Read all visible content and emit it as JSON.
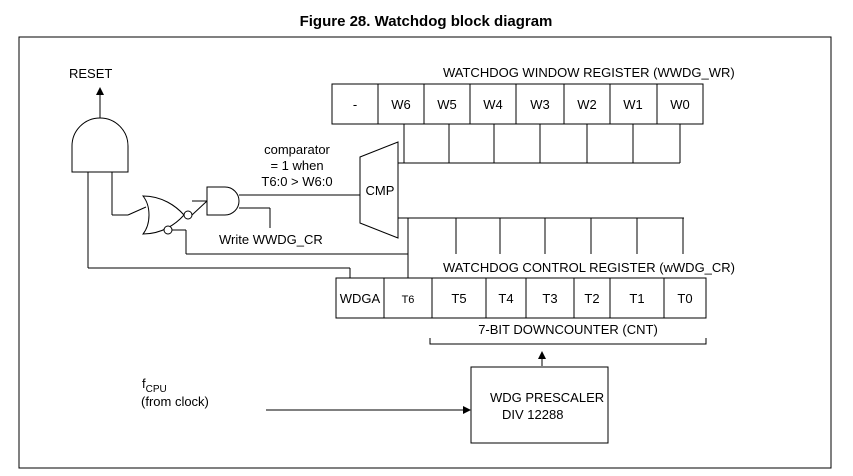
{
  "title": "Figure 28. Watchdog block diagram",
  "reset_label": "RESET",
  "window_register": {
    "label": "WATCHDOG WINDOW REGISTER (WWDG_WR)",
    "bits": [
      "-",
      "W6",
      "W5",
      "W4",
      "W3",
      "W2",
      "W1",
      "W0"
    ]
  },
  "control_register": {
    "label": "WATCHDOG CONTROL REGISTER (wWDG_CR)",
    "bits": [
      "WDGA",
      "T6",
      "T5",
      "T4",
      "T3",
      "T2",
      "T1",
      "T0"
    ]
  },
  "comparator": {
    "line1": "comparator",
    "line2": "= 1 when",
    "line3": "T6:0 > W6:0",
    "block_label": "CMP"
  },
  "write_label": "Write WWDG_CR",
  "downcounter_label": "7-BIT DOWNCOUNTER (CNT)",
  "prescaler": {
    "line1": "WDG PRESCALER",
    "line2": "DIV 12288"
  },
  "clock_input": {
    "f": "f",
    "sub": "CPU",
    "line2": "(from clock)"
  }
}
